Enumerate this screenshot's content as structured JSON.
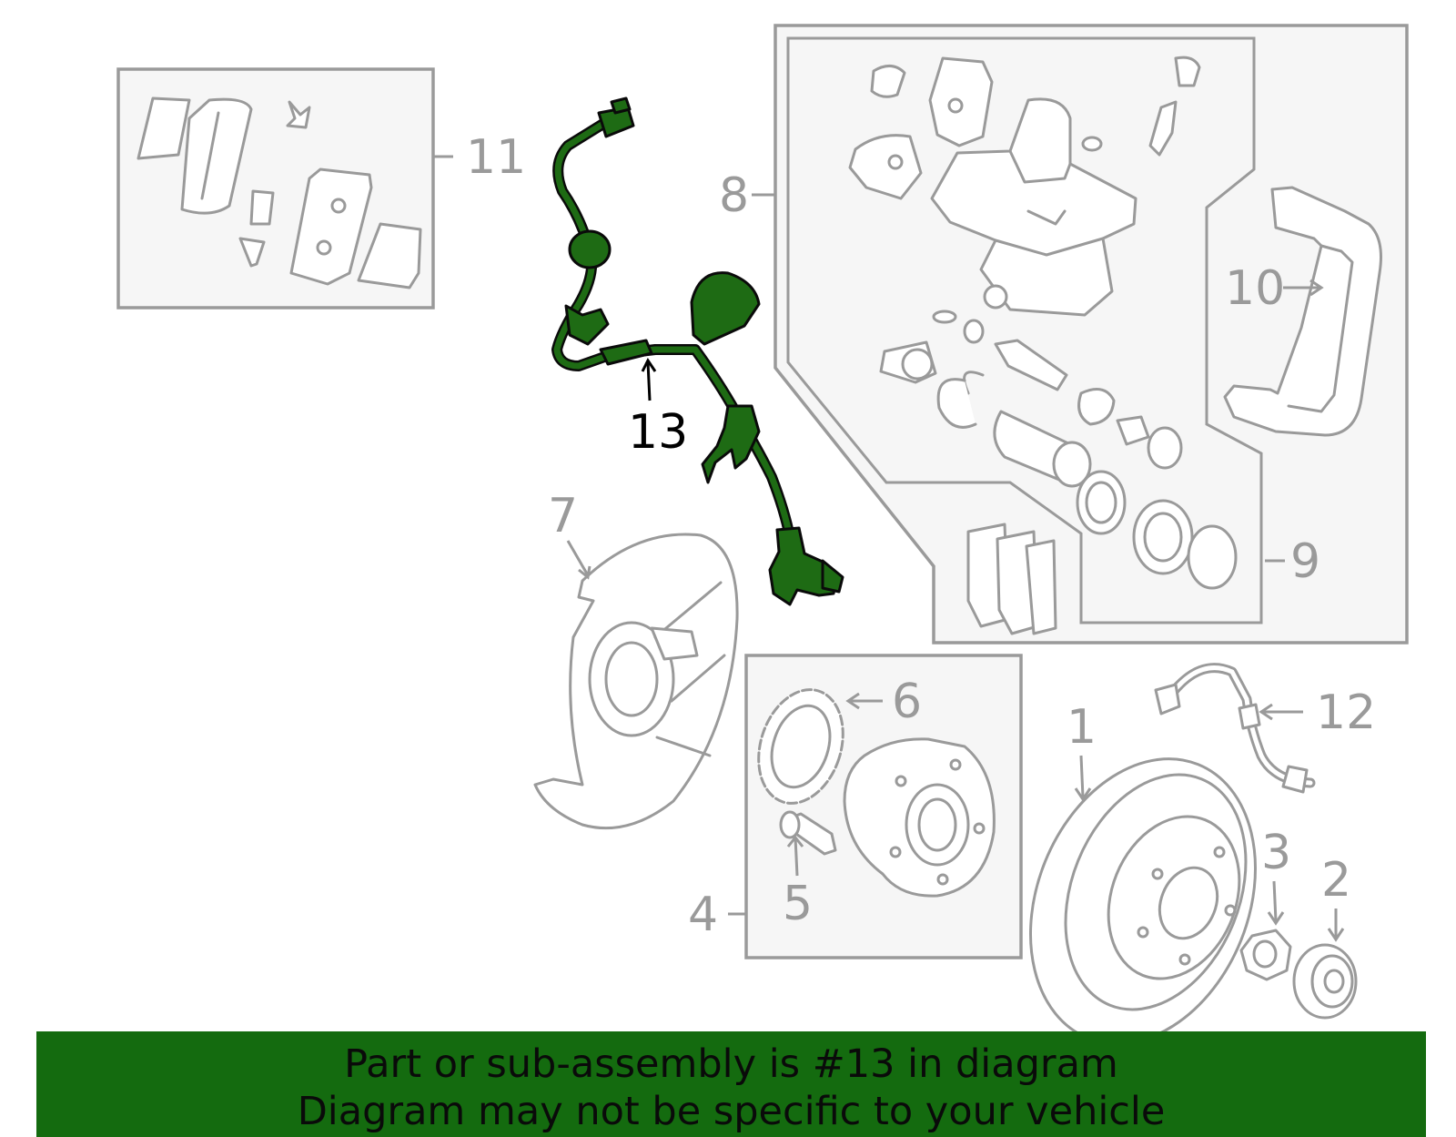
{
  "diagram": {
    "callouts": {
      "c1": "1",
      "c2": "2",
      "c3": "3",
      "c4": "4",
      "c5": "5",
      "c6": "6",
      "c7": "7",
      "c8": "8",
      "c9": "9",
      "c10": "10",
      "c11": "11",
      "c12": "12",
      "c13": "13"
    },
    "highlighted_part": "13",
    "colors": {
      "highlight": "#1e6b14",
      "line": "#9a9a9a",
      "banner": "#146b0f"
    }
  },
  "banner": {
    "line1": "Part or sub-assembly is #13 in diagram",
    "line2": "Diagram may not be specific to your vehicle"
  }
}
